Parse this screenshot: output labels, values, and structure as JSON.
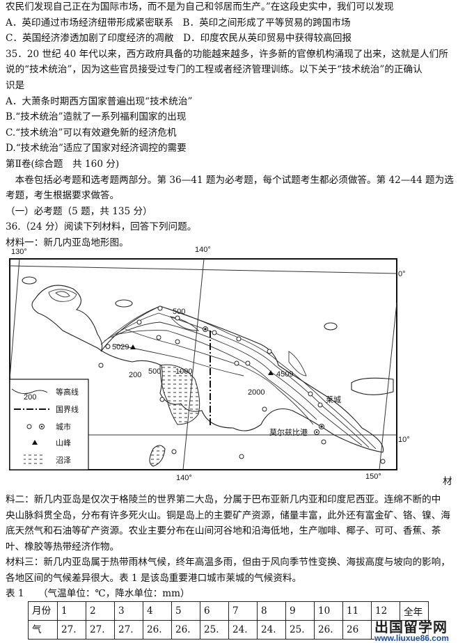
{
  "lines_top": [
    "农民们发现自己正在为国际市场，而不是为自己和邻居而生产。”在这段史实中，我们可以发现",
    "A．英印通过市场经济纽带形成紧密联系　B．英印之间形成了平等贸易的跨国市场",
    "C．英国经济渗透加剧了印度经济的凋敝　D．印度农民从英印贸易中获得较高回报",
    "35．20 世纪 40 年代以来，西方政府具备的功能越来越多，许多新的官僚机构涌现了出来，这就是人们所",
    "说的“技术统治”，因为这些官员接受过专门的工程或者经济管理训练。以下关于“技术统治”的正确认",
    "识是",
    "A．大萧条时期西方国家普遍出现“技术统治”",
    "B.“技术统治”造就了一系列福利国家的出现",
    "C.“技术统治”可以有效避免新的经济危机",
    "D.“技术统治”适应了国家对经济调控的需要",
    "第Ⅱ卷(综合题　共 160 分)",
    "　本卷包括必考题和选考题两部分。第 36—41 题为必考题，每个试题考生都必须做答。第 42—44 题为选",
    "考题，考生根据要求做答。",
    "（一）必考题（5 题，共 135 分）",
    "36.（24 分）阅读下列材料，回答下列问题。",
    "材料一：新几内亚岛地形图。"
  ],
  "map": {
    "longitudes": [
      "130°",
      "140°",
      "140°",
      "150°"
    ],
    "latitudes": [
      "0°",
      "10°"
    ],
    "contour_labels": [
      "500",
      "200",
      "500",
      "1000",
      "2000"
    ],
    "peaks": [
      "5029",
      "4509"
    ],
    "cities": [
      "莱城",
      "莫尔兹比港"
    ],
    "legend": {
      "contour_sample": "200",
      "contour": "等高线",
      "border": "国界线",
      "city": "城市",
      "peak": "山峰",
      "swamp": "沼泽"
    }
  },
  "trailing_char": "材",
  "lines_bottom": [
    "料二：新几内亚岛是仅次于格陵兰的世界第二大岛，分属于巴布亚新几内亚和印度尼西亚。连绵不断的中",
    "央山脉斜贯全岛，分布有许多死火山。铜是岛上的主要矿产资源，储量丰富，此外还有富金矿、铬、镍、海",
    "底天然气和石油等矿产资源。农业主要分布在山间河谷地和沿海低地，生产咖啡、椰子、可可、香蕉、茶",
    "叶、橡胶等热带经济作物。",
    "材料三：新几内亚岛属于热带雨林气候，终年高温多雨，但由于风向季节性变换、海拔高度与坡向的影响，",
    "各地区间的气候差异很大。表 1 是该岛重要港口城市莱城的气候资料。",
    "表 1　　（气温单位：℃，降水单位：mm）"
  ],
  "table": {
    "header": [
      "月份",
      "1",
      "2",
      "3",
      "4",
      "5",
      "6",
      "7",
      "8",
      "9",
      "10",
      "11",
      "12",
      "全年"
    ],
    "row_temp": [
      "气",
      "27.",
      "27.",
      "27.",
      "26.",
      "26.",
      "25.",
      "24.",
      "24.",
      "25.",
      "26.",
      "26",
      "",
      ""
    ]
  },
  "watermark": {
    "name": "出国留学网",
    "url": "www.liuxue86.com"
  }
}
